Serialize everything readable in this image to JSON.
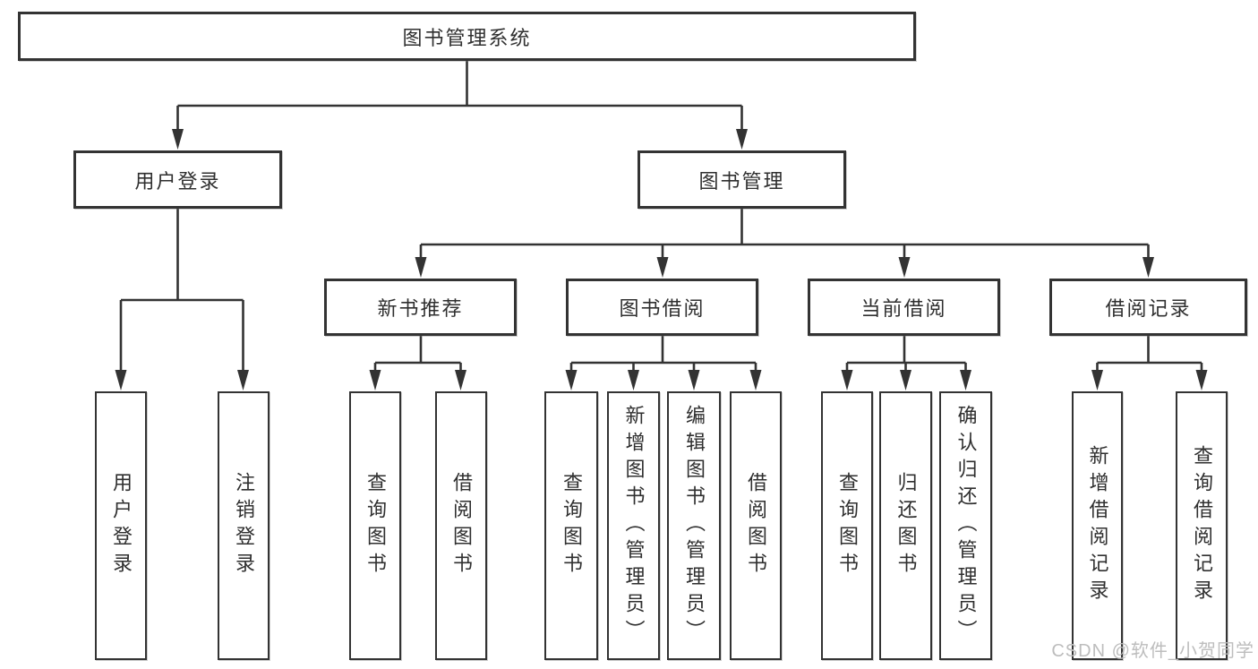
{
  "diagram": {
    "root": {
      "label": "图书管理系统"
    },
    "branches": [
      {
        "label": "用户登录",
        "children": [
          "用户登录",
          "注销登录"
        ]
      },
      {
        "label": "图书管理",
        "sections": [
          {
            "label": "新书推荐",
            "children": [
              "查询图书",
              "借阅图书"
            ]
          },
          {
            "label": "图书借阅",
            "children": [
              "查询图书",
              "新增图书（管理员）",
              "编辑图书（管理员）",
              "借阅图书"
            ]
          },
          {
            "label": "当前借阅",
            "children": [
              "查询图书",
              "归还图书",
              "确认归还（管理员）"
            ]
          },
          {
            "label": "借阅记录",
            "children": [
              "新增借阅记录",
              "查询借阅记录"
            ]
          }
        ]
      }
    ]
  },
  "watermark": {
    "text": "CSDN @软件_小贺同学"
  },
  "colors": {
    "line": "#333333",
    "box_border": "#333333",
    "text": "#2f2f2f",
    "watermark": "#bdbdbd",
    "background": "#ffffff"
  }
}
